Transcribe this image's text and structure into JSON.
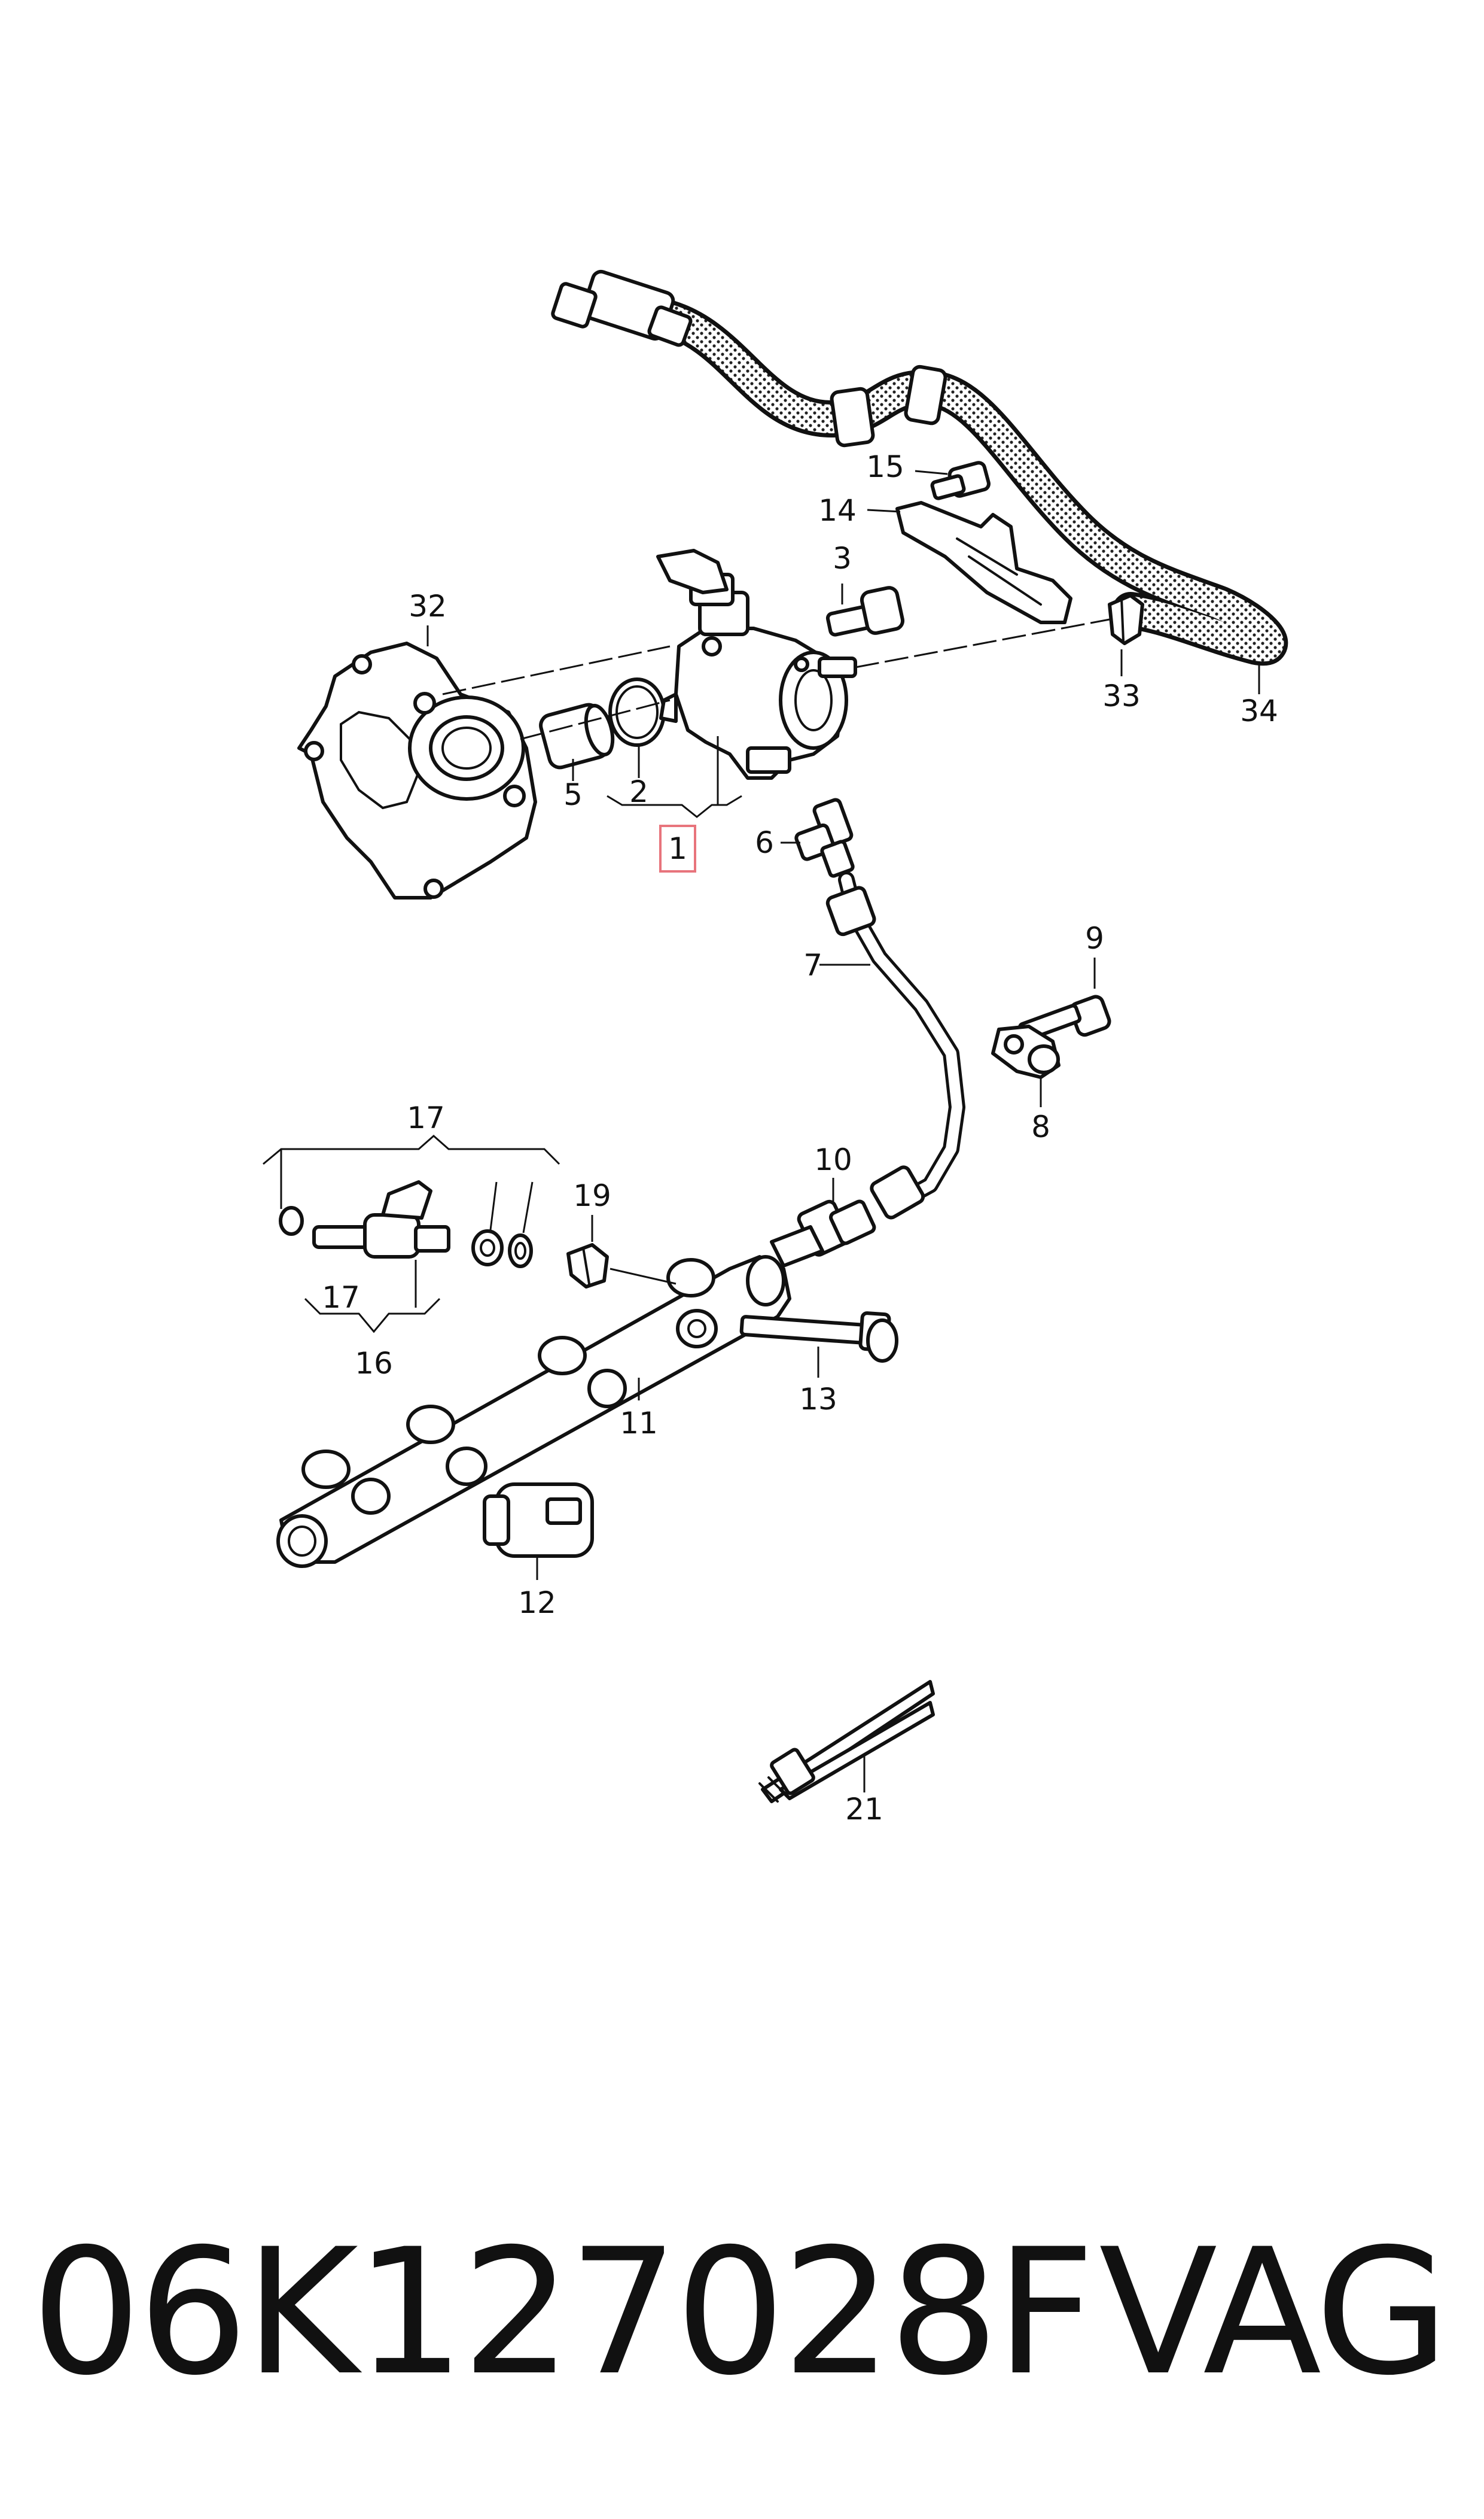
{
  "callouts": {
    "c1": "1",
    "c2": "2",
    "c3": "3",
    "c5": "5",
    "c6": "6",
    "c7": "7",
    "c8": "8",
    "c9": "9",
    "c10": "10",
    "c11": "11",
    "c12": "12",
    "c13": "13",
    "c14": "14",
    "c15": "15",
    "c16": "16",
    "c17a": "17",
    "c17b": "17",
    "c19": "19",
    "c21": "21",
    "c32": "32",
    "c33": "33",
    "c34": "34"
  },
  "highlight_color": "#e8747c",
  "footer": {
    "part_number": "06K127028F",
    "brand": "VAG"
  }
}
